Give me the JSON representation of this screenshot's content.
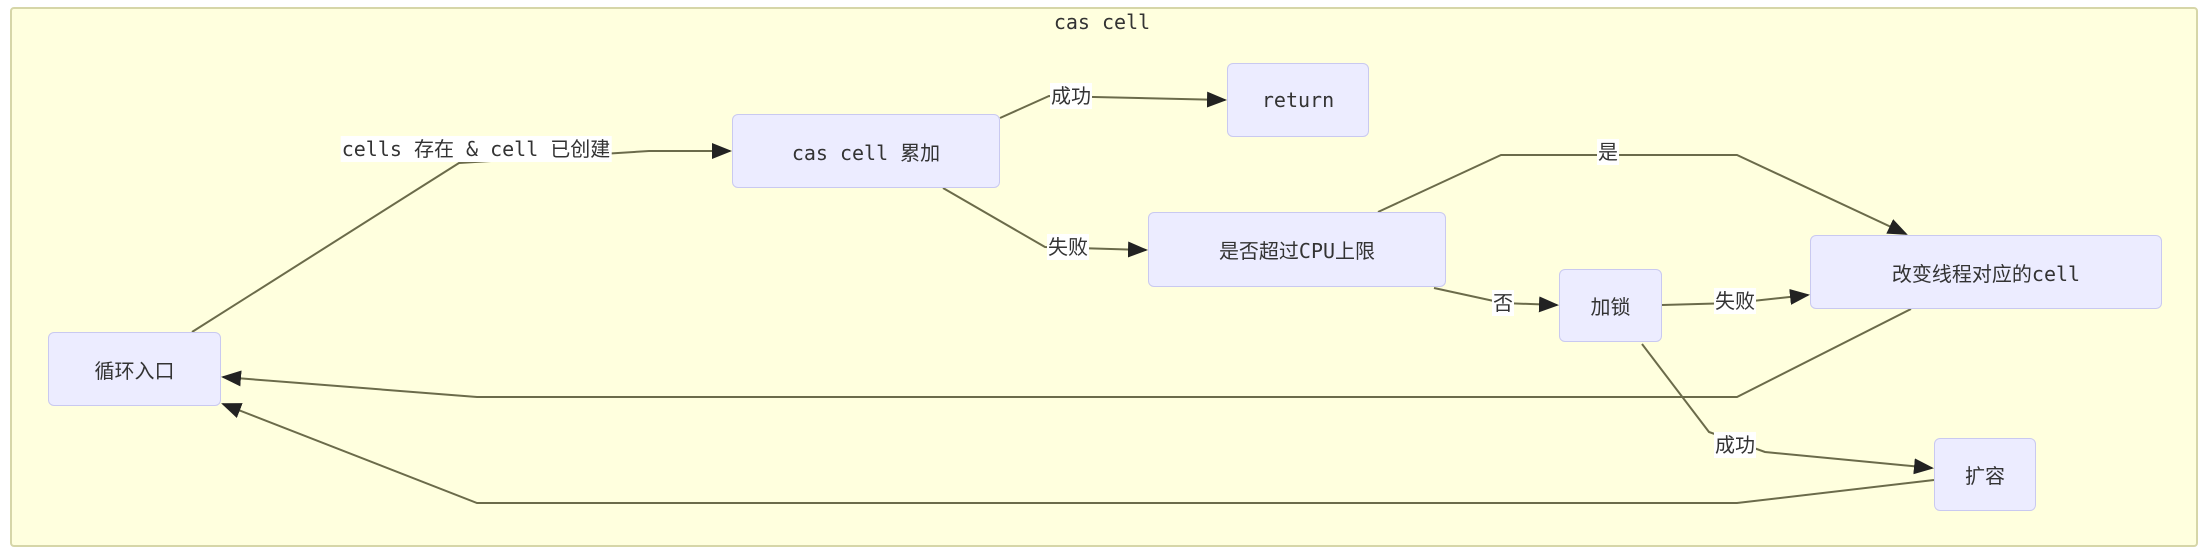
{
  "cluster": {
    "title": "cas cell"
  },
  "nodes": {
    "loop_entry": "循环入口",
    "cas_add": "cas cell 累加",
    "return": "return",
    "cpu_check": "是否超过CPU上限",
    "lock": "加锁",
    "change_cell": "改变线程对应的cell",
    "expand": "扩容"
  },
  "edges": {
    "cells_exist": "cells 存在 & cell 已创建",
    "cas_success": "成功",
    "cas_fail": "失败",
    "cpu_yes": "是",
    "cpu_no": "否",
    "lock_fail": "失败",
    "lock_success": "成功"
  },
  "colors": {
    "cluster_bg": "#ffffde",
    "node_bg": "#ececff",
    "edge": "#6b6b4a"
  }
}
